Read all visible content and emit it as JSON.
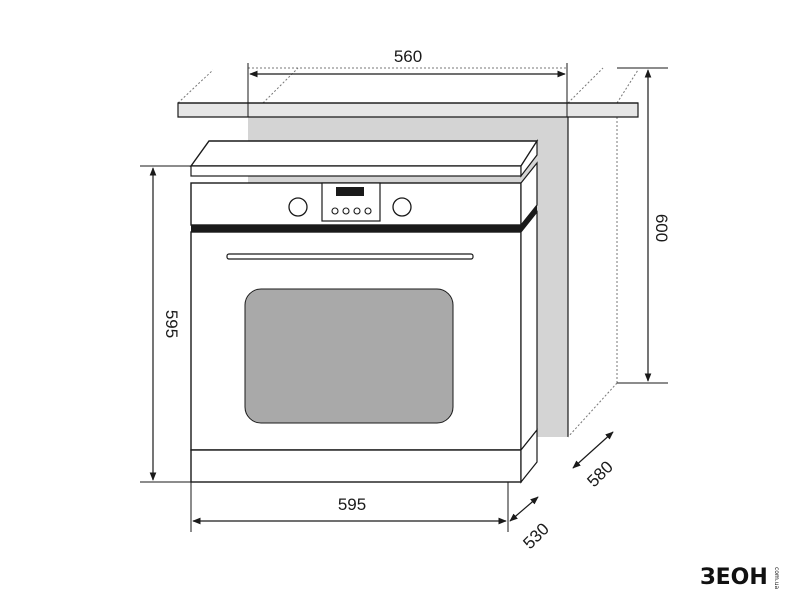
{
  "dimensions": {
    "niche_width": "560",
    "niche_height": "600",
    "niche_depth": "580",
    "oven_height": "595",
    "oven_width": "595",
    "oven_depth": "530"
  },
  "logo": {
    "main": "ЗЕОН",
    "suffix": "com.ua"
  },
  "colors": {
    "line": "#1a1a1a",
    "niche_fill": "#d4d4d4",
    "window_fill": "#a9a9a9",
    "dotted": "#777777"
  }
}
